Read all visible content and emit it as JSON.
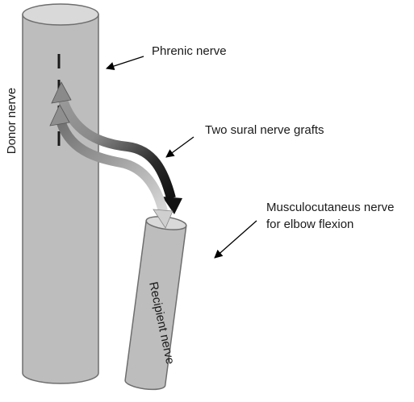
{
  "labels": {
    "donor": "Donor nerve",
    "phrenic": "Phrenic nerve",
    "grafts": "Two sural nerve grafts",
    "musculo_line1": "Musculocutaneus nerve",
    "musculo_line2": "for elbow flexion",
    "recipient": "Recipient nerve"
  },
  "colors": {
    "cylinder_body": "#bdbdbd",
    "cylinder_outline": "#6e6e6e",
    "cylinder_top": "#d9d9d9",
    "graft_dark": "#1f1f1f",
    "graft_light": "#bcbcbc",
    "text": "#1a1a1a"
  }
}
